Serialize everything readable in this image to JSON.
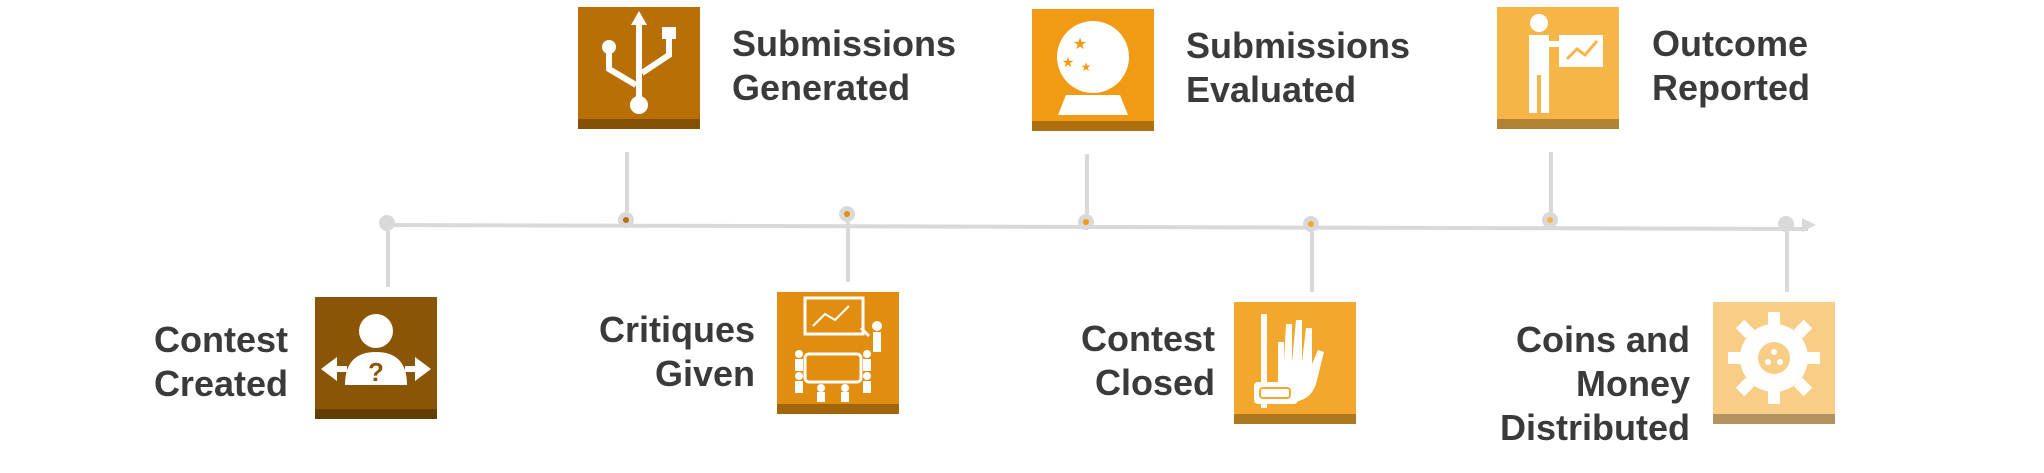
{
  "stages": [
    {
      "id": "contest-created",
      "lines": [
        "Contest",
        "Created"
      ],
      "color": "#8a5605",
      "icon": "user-question-icon"
    },
    {
      "id": "submissions-generated",
      "lines": [
        "Submissions",
        "Generated"
      ],
      "color": "#b86f05",
      "icon": "usb-branch-icon"
    },
    {
      "id": "critiques-given",
      "lines": [
        "Critiques",
        "Given"
      ],
      "color": "#e08d10",
      "icon": "meeting-presentation-icon"
    },
    {
      "id": "submissions-evaluated",
      "lines": [
        "Submissions",
        "Evaluated"
      ],
      "color": "#f19a14",
      "icon": "crystal-ball-icon"
    },
    {
      "id": "contest-closed",
      "lines": [
        "Contest",
        "Closed"
      ],
      "color": "#f3a72c",
      "icon": "hand-stop-icon"
    },
    {
      "id": "outcome-reported",
      "lines": [
        "Outcome",
        "Reported"
      ],
      "color": "#f5b547",
      "icon": "presenter-chart-icon"
    },
    {
      "id": "coins-and-money-distributed",
      "lines": [
        "Coins and",
        "Money",
        "Distributed"
      ],
      "color": "#f8cd86",
      "icon": "gear-coin-icon"
    }
  ],
  "line_color": "#d9d9d9",
  "text_color": "#3a3a3a"
}
